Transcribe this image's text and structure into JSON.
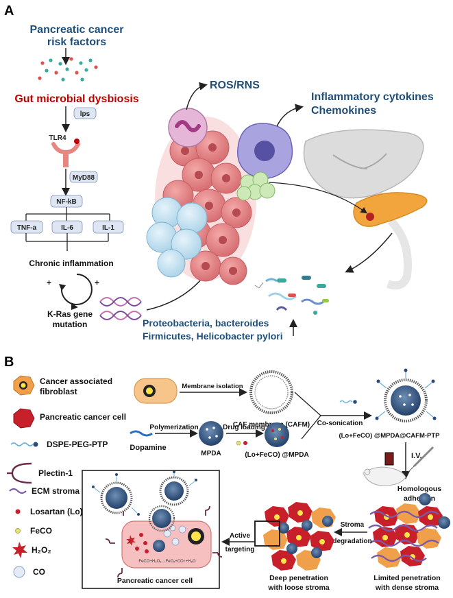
{
  "panel_a": {
    "letter": "A",
    "risk_title_1": "Pancreatic cancer",
    "risk_title_2": "risk factors",
    "dysbiosis": "Gut microbial dysbiosis",
    "lps": "lps",
    "tlr4": "TLR4",
    "myd88": "MyD88",
    "nfkb": "NF-kB",
    "tnfa": "TNF-a",
    "il6": "IL-6",
    "il1": "IL-1",
    "chronic": "Chronic inflammation",
    "plus": "+",
    "kras_1": "K-Ras gene",
    "kras_2": "mutation",
    "ros": "ROS/RNS",
    "cyto_1": "Inflammatory cytokines",
    "cyto_2": "Chemokines",
    "bact_1": "Proteobacteria, bacteroides",
    "bact_2": "Firmicutes, Helicobacter pylori"
  },
  "panel_b": {
    "letter": "B",
    "legend": [
      {
        "label": "Cancer associated",
        "label2": "fibroblast"
      },
      {
        "label": "Pancreatic cancer cell"
      },
      {
        "label": "DSPE-PEG-PTP"
      },
      {
        "label": "Plectin-1"
      },
      {
        "label": "ECM stroma"
      },
      {
        "label": "Losartan (Lo)"
      },
      {
        "label": "FeCO"
      },
      {
        "label": "H₂O₂"
      },
      {
        "label": "CO"
      }
    ],
    "membrane_isolation": "Membrane isolation",
    "cafm": "CAF membrane (CAFM)",
    "polymerization": "Polymerization",
    "drug_loading": "Drug loading",
    "dopamine": "Dopamine",
    "mpda": "MPDA",
    "lo_feco_mpda": "(Lo+FeCO) @MPDA",
    "co_sonication": "Co-sonication",
    "final_np": "(Lo+FeCO) @MPDA@CAFM-PTP",
    "iv": "I.V.",
    "homologous_1": "Homologous",
    "homologous_2": "adhesion",
    "stroma_deg_1": "Stroma",
    "stroma_deg_2": "degradation",
    "active_1": "Active",
    "active_2": "targeting",
    "deep_1": "Deep penetration",
    "deep_2": "with loose stroma",
    "limited_1": "Limited penetration",
    "limited_2": "with dense stroma",
    "pcc_label": "Pancreatic cancer cell",
    "reaction": "FeCO+H₂O₂→FeOₓ+CO↑+H₂O"
  },
  "colors": {
    "title_blue": "#1f4e79",
    "dysbiosis_red": "#c00000",
    "tumor_pink": "#e8888a",
    "np_blue": "#3b5f8a",
    "caf_orange": "#f0a04a",
    "pcc_red": "#c8202a"
  }
}
